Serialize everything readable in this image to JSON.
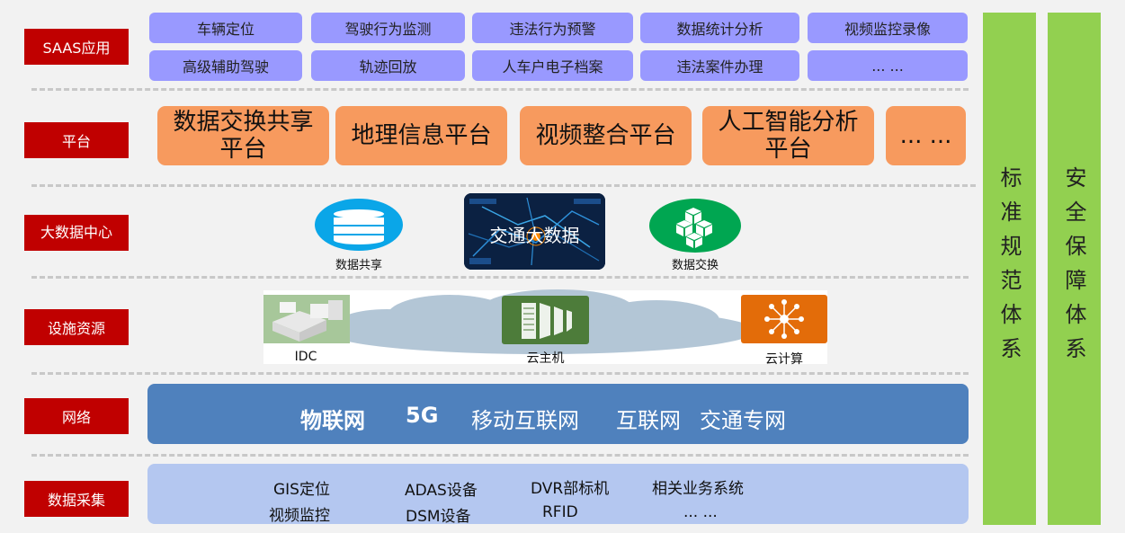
{
  "layers": [
    "SAAS应用",
    "平台",
    "大数据中心",
    "设施资源",
    "网络",
    "数据采集"
  ],
  "saas": {
    "row1": [
      "车辆定位",
      "驾驶行为监测",
      "违法行为预警",
      "数据统计分析",
      "视频监控录像"
    ],
    "row2": [
      "高级辅助驾驶",
      "轨迹回放",
      "人车户电子档案",
      "违法案件办理",
      "... ..."
    ]
  },
  "platform": [
    "数据交换共享\n平台",
    "地理信息平台",
    "视频整合平台",
    "人工智能分析\n平台",
    "... ..."
  ],
  "bigdata": {
    "share_label": "数据共享",
    "center_label": "交通大数据",
    "exchange_label": "数据交换"
  },
  "facilities": {
    "idc_label": "IDC",
    "cloud_host_label": "云主机",
    "cloud_compute_label": "云计算"
  },
  "network": {
    "items": [
      "物联网",
      "5G",
      "移动互联网",
      "互联网",
      "交通专网"
    ]
  },
  "collection": {
    "col1": [
      "GIS定位",
      "视频监控"
    ],
    "col2": [
      "ADAS设备",
      "DSM设备"
    ],
    "col3": [
      "DVR部标机",
      "RFID"
    ],
    "col4": [
      "相关业务系统",
      "... ..."
    ]
  },
  "side": {
    "standards": "标准规范体系",
    "security": "安全保障体系"
  },
  "colors": {
    "layer_label_bg": "#c00000",
    "saas_btn": "#9999ff",
    "platform_btn": "#f79a5e",
    "side_col": "#92d050",
    "network_band": "#4f81bd",
    "collection_band": "#b4c7f0"
  }
}
